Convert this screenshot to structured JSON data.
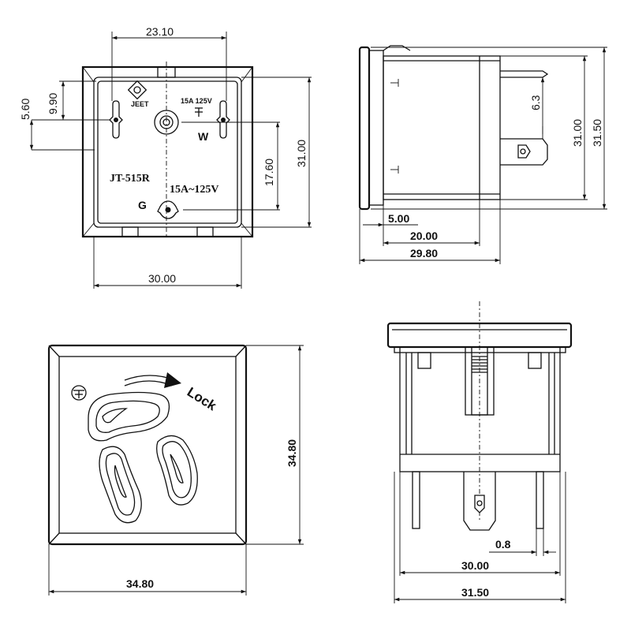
{
  "front_view": {
    "dims": {
      "top_width": "23.10",
      "left_upper": "9.90",
      "left_lower": "5.60",
      "right_inner": "17.60",
      "right_outer": "31.00",
      "bottom_width": "30.00"
    },
    "labels": {
      "brand": "JEET",
      "rating_small": "15A 125V",
      "model": "JT-515R",
      "rating_large": "15A~125V",
      "ground_terminal": "G",
      "white_terminal": "W"
    }
  },
  "side_view": {
    "dims": {
      "pin_height": "6.3",
      "height_inner": "31.00",
      "height_outer": "31.50",
      "flange": "5.00",
      "body_depth": "20.00",
      "total_depth": "29.80"
    }
  },
  "face_view": {
    "dims": {
      "height": "34.80",
      "width": "34.80"
    },
    "labels": {
      "lock": "Lock"
    }
  },
  "bottom_view": {
    "dims": {
      "pin_thickness": "0.8",
      "inner_width": "30.00",
      "outer_width": "31.50"
    }
  },
  "icons": [
    "ground-symbol-icon",
    "rotate-arrow-icon",
    "certification-logo-icon"
  ]
}
